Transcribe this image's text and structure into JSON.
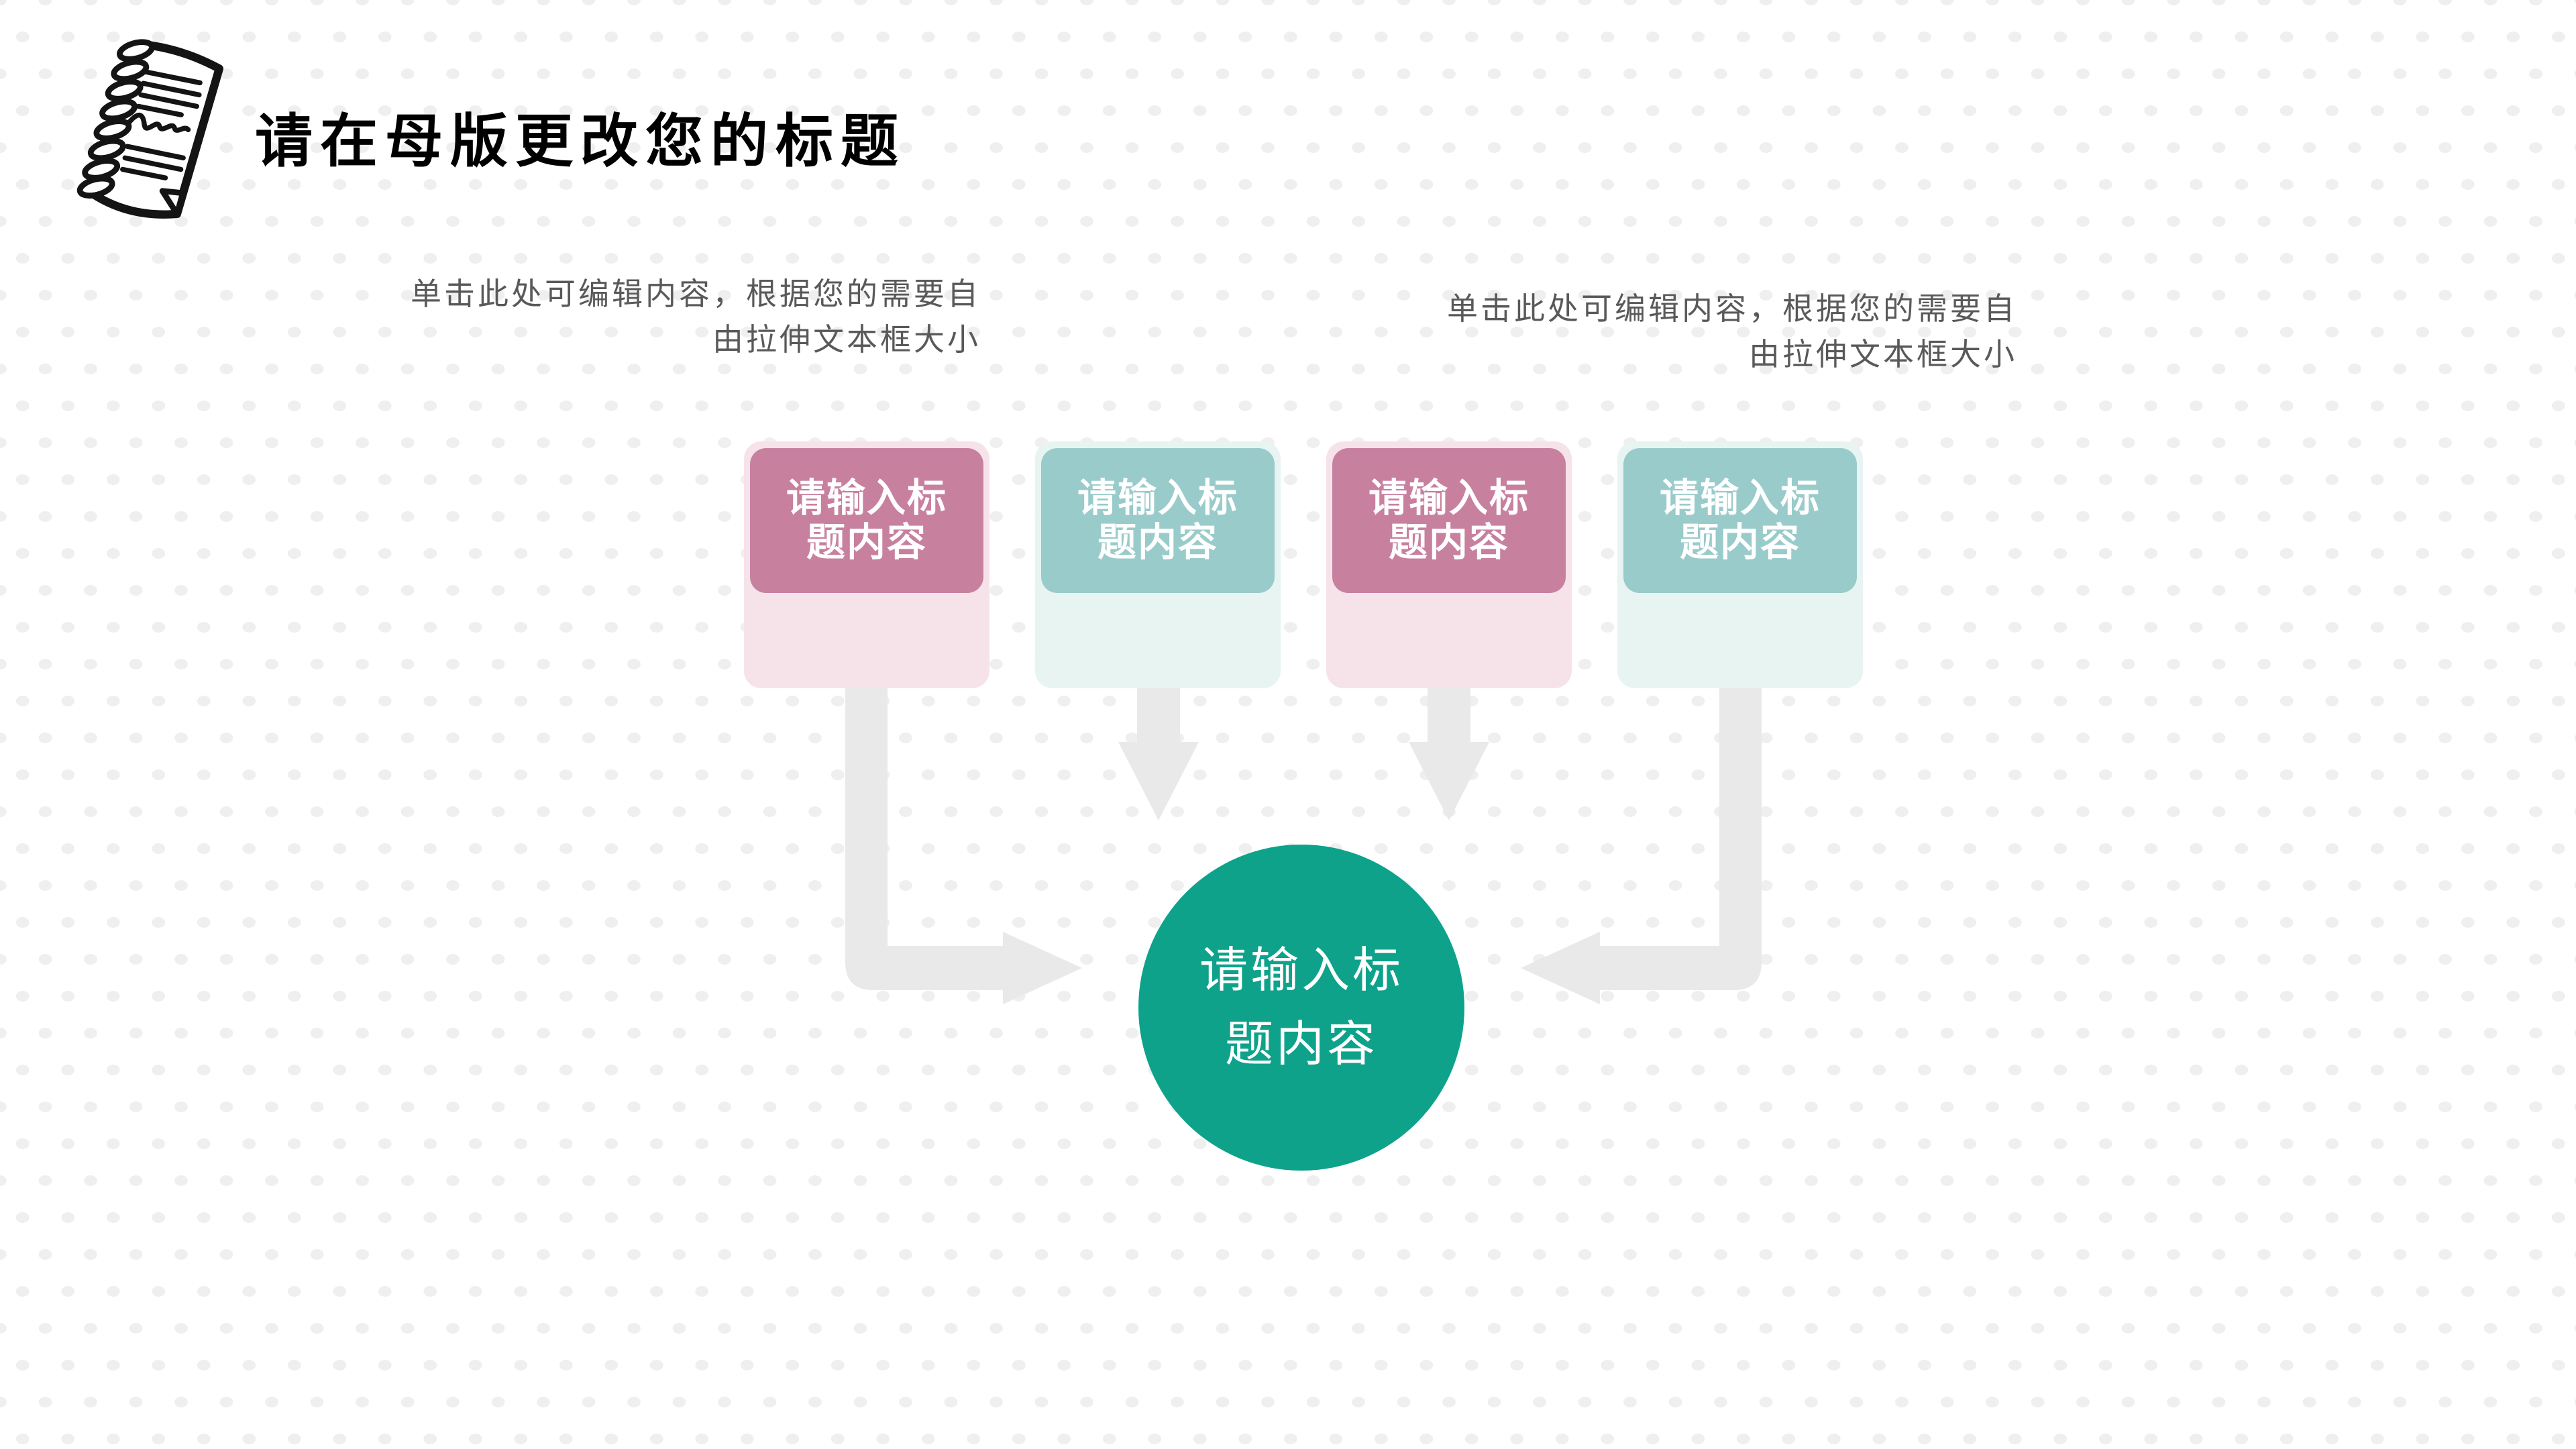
{
  "header": {
    "icon": "spiral-notebook-icon",
    "title": "请在母版更改您的标题"
  },
  "descriptions": {
    "left": {
      "lines": [
        "单击此处可编辑内容，根据您的需要自",
        "由拉伸文本框大小"
      ]
    },
    "right": {
      "lines": [
        "单击此处可编辑内容，根据您的需要自",
        "由拉伸文本框大小"
      ]
    }
  },
  "flow": {
    "boxes": [
      {
        "style": "pink",
        "lines": [
          "请输入标",
          "题内容"
        ]
      },
      {
        "style": "teal",
        "lines": [
          "请输入标",
          "题内容"
        ]
      },
      {
        "style": "pink",
        "lines": [
          "请输入标",
          "题内容"
        ]
      },
      {
        "style": "teal",
        "lines": [
          "请输入标",
          "题内容"
        ]
      }
    ],
    "center_circle": {
      "lines": [
        "请输入标",
        "题内容"
      ]
    }
  },
  "colors": {
    "background": "#ffffff",
    "background_dot": "#efefef",
    "arrow_gray": "#e9e9e9",
    "title_text": "#000000",
    "body_text": "#595959",
    "box_pink": "#c8809f",
    "box_pink_backdrop": "#f6e3ea",
    "box_teal": "#99cbca",
    "box_teal_backdrop": "#e8f4f2",
    "box_label_text": "#ffffff",
    "circle_fill": "#0ea28b"
  }
}
